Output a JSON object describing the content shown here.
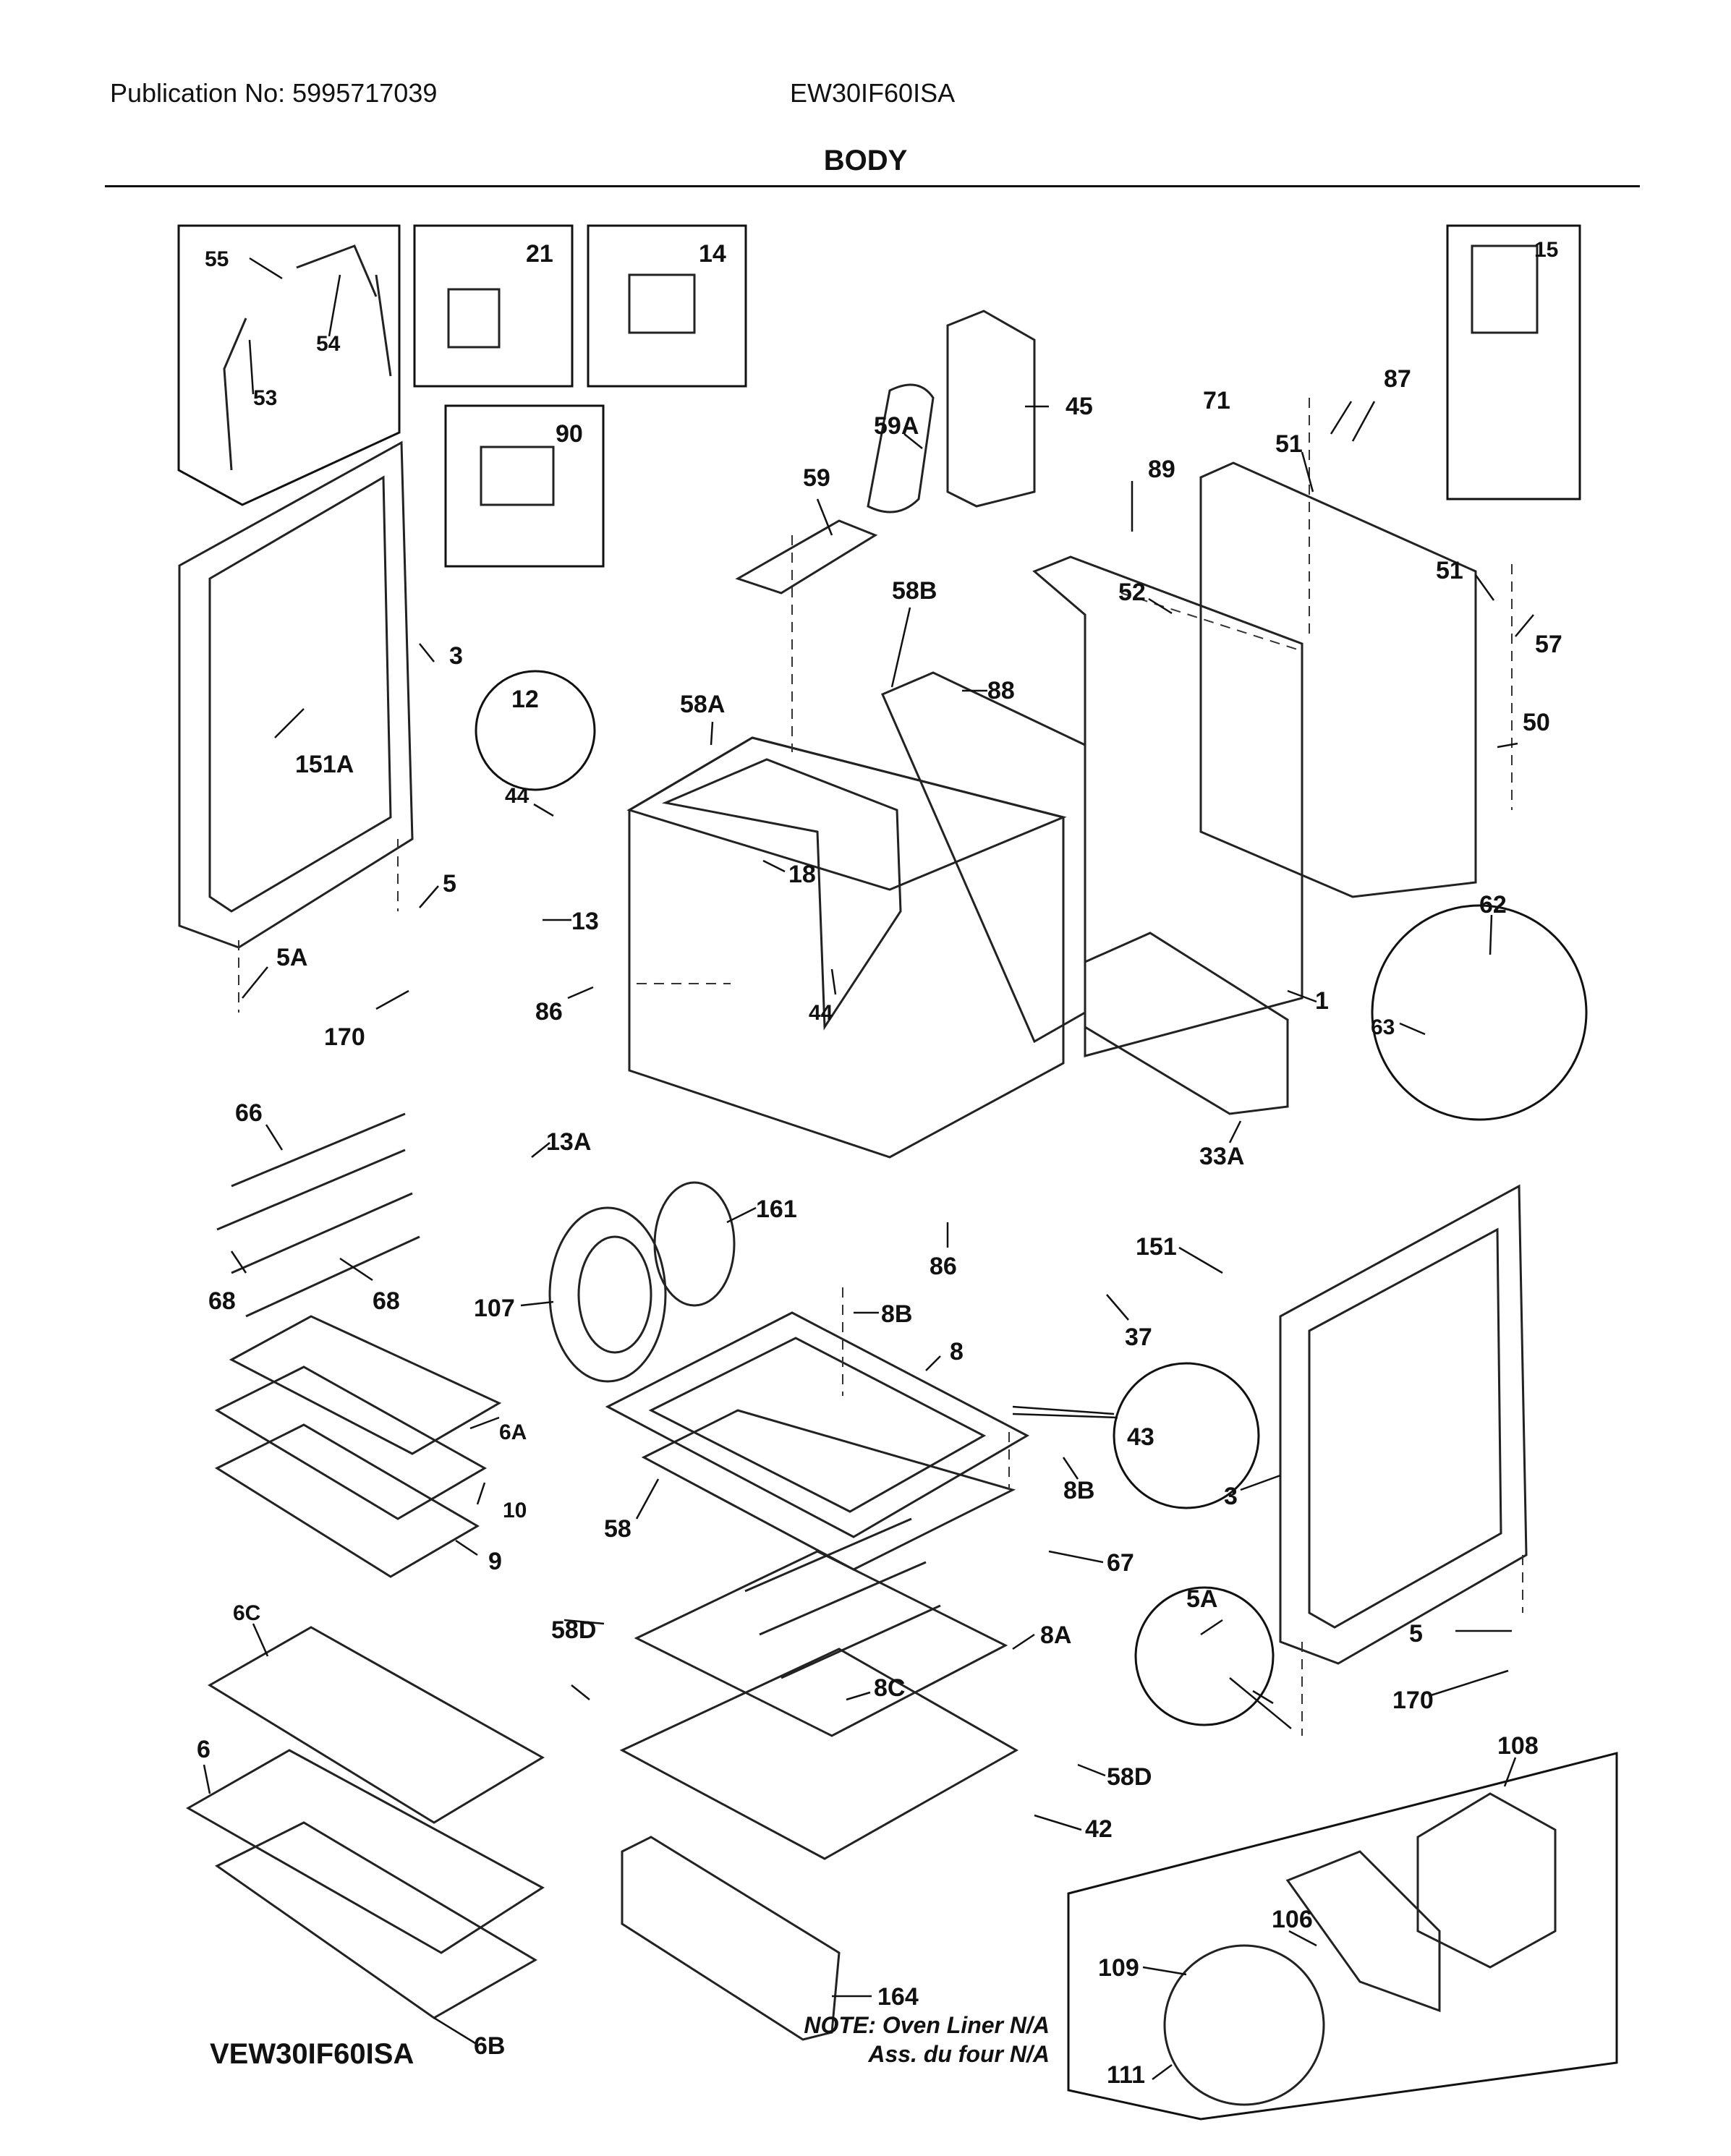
{
  "header": {
    "publication": "Publication No: 5995717039",
    "model": "EW30IF60ISA",
    "section_title": "BODY"
  },
  "footer": {
    "model_code": "VEW30IF60ISA",
    "note_line1": "NOTE: Oven Liner N/A",
    "note_line2": "Ass. du four N/A"
  },
  "callouts": {
    "c55": "55",
    "c54": "54",
    "c53": "53",
    "c21": "21",
    "c14": "14",
    "c90": "90",
    "c15": "15",
    "c45": "45",
    "c59A": "59A",
    "c59": "59",
    "c71": "71",
    "c87": "87",
    "c51a": "51",
    "c89": "89",
    "c58B": "58B",
    "c52": "52",
    "c51b": "51",
    "c57": "57",
    "c3a": "3",
    "c88": "88",
    "c12": "12",
    "c58A": "58A",
    "c151A": "151A",
    "c50": "50",
    "c44a": "44",
    "c18": "18",
    "c5a": "5",
    "c13": "13",
    "c62": "62",
    "c1": "1",
    "c5Aa": "5A",
    "c44b": "44",
    "c170a": "170",
    "c86a": "86",
    "c63": "63",
    "c66": "66",
    "c13A": "13A",
    "c33A": "33A",
    "c161": "161",
    "c68a": "68",
    "c68b": "68",
    "c86b": "86",
    "c151": "151",
    "c107": "107",
    "c8Ba": "8B",
    "c37": "37",
    "c8": "8",
    "c6A": "6A",
    "c43": "43",
    "c10": "10",
    "c8Bb": "8B",
    "c3b": "3",
    "c58": "58",
    "c9": "9",
    "c67": "67",
    "c6C": "6C",
    "c5Ab": "5A",
    "c58Da": "58D",
    "c8A": "8A",
    "c5b": "5",
    "c8C": "8C",
    "c170b": "170",
    "c108": "108",
    "c6": "6",
    "c58Db": "58D",
    "c42": "42",
    "c106": "106",
    "c109": "109",
    "c164": "164",
    "c6B": "6B",
    "c111": "111"
  }
}
